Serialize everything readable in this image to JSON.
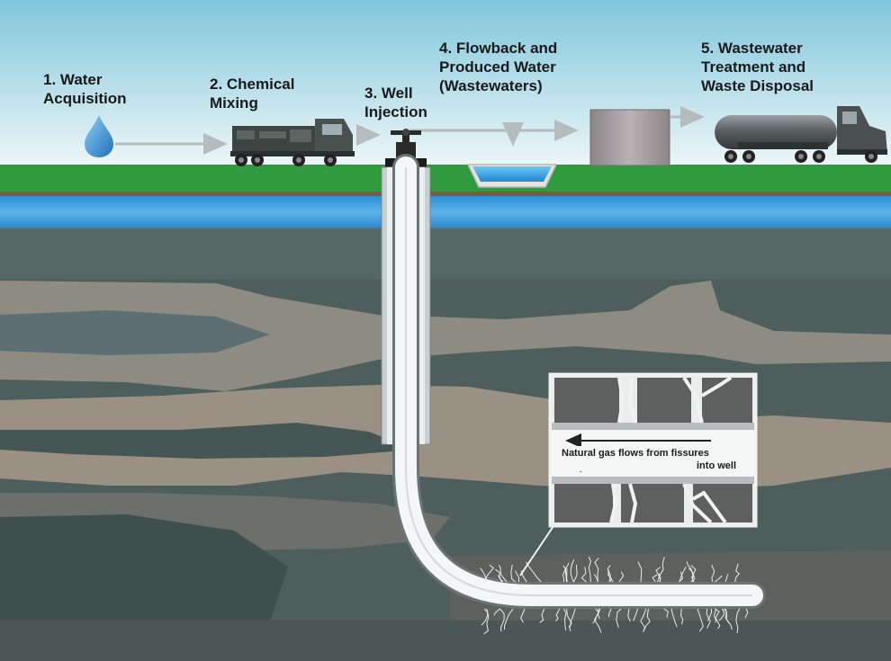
{
  "steps": [
    {
      "label": "1. Water\nAcquisition"
    },
    {
      "label": "2. Chemical\nMixing"
    },
    {
      "label": "3. Well\nInjection"
    },
    {
      "label": "4. Flowback and\nProduced Water\n(Wastewaters)"
    },
    {
      "label": "5. Wastewater\nTreatment and\nWaste Disposal"
    }
  ],
  "inset": {
    "caption_line1": "Natural gas flows from fissures",
    "caption_line2": "into well"
  },
  "colors": {
    "sky_top": "#7fc6dc",
    "sky_bottom": "#e8f4f6",
    "grass": "#2f9a3e",
    "aquifer": "#3f9fe0",
    "rock_dark": "#4c5d5c",
    "rock_tan": "#958f83",
    "well_pipe": "#f2f4f4"
  },
  "icons": [
    "water-drop-icon",
    "mixing-truck-icon",
    "wellhead-icon",
    "wastewater-pit-icon",
    "storage-tank-icon",
    "tanker-truck-icon"
  ]
}
